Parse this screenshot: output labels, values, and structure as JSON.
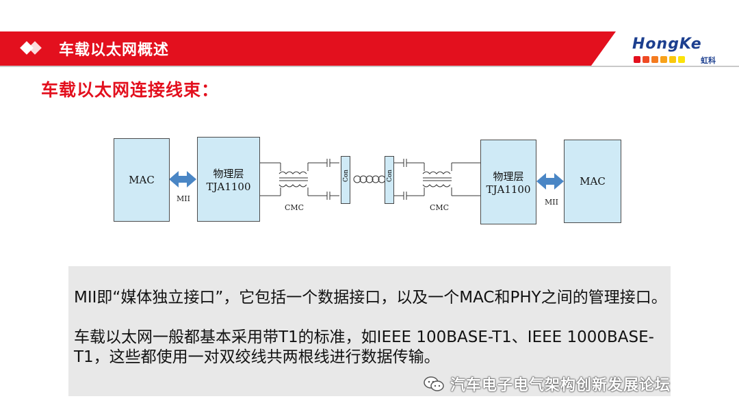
{
  "header": {
    "title": "车载以太网概述",
    "logo_text": "HongKe",
    "logo_cn": "虹科",
    "logo_dot_colors": [
      "#e3101e",
      "#ef4a24",
      "#f47b20",
      "#f7a21b",
      "#f9c80e",
      "#fbe30a"
    ],
    "accent_color": "#e3101e"
  },
  "section": {
    "title": "车载以太网连接线束："
  },
  "diagram": {
    "left_mac": "MAC",
    "left_phy_line1": "物理层",
    "left_phy_line2": "TJA1100",
    "left_mii": "MII",
    "left_cmc": "CMC",
    "con_left": "Con",
    "con_right": "Con",
    "right_cmc": "CMC",
    "right_phy_line1": "物理层",
    "right_phy_line2": "TJA1100",
    "right_mii": "MII",
    "right_mac": "MAC"
  },
  "textbox": {
    "para1": "MII即“媒体独立接口”，它包括一个数据接口，以及一个MAC和PHY之间的管理接口。",
    "para2": "车载以太网一般都基本采用带T1的标准，如IEEE 100BASE-T1、IEEE 1000BASE-T1，这些都使用一对双绞线共两根线进行数据传输。"
  },
  "watermark": {
    "text": "汽车电子电气架构创新发展论坛",
    "icon": "wechat-icon"
  }
}
